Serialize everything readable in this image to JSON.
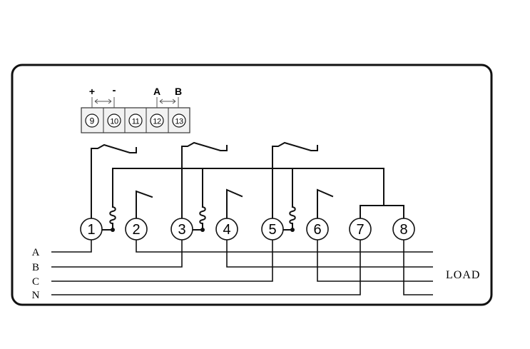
{
  "diagram": {
    "comm_terminals": [
      {
        "id": "9",
        "label": "9"
      },
      {
        "id": "10",
        "label": "10"
      },
      {
        "id": "11",
        "label": "11"
      },
      {
        "id": "12",
        "label": "12"
      },
      {
        "id": "13",
        "label": "13"
      }
    ],
    "comm_labels": {
      "plus": "+",
      "minus": "-",
      "a": "A",
      "b": "B"
    },
    "main_terminals": [
      {
        "id": "1",
        "label": "1"
      },
      {
        "id": "2",
        "label": "2"
      },
      {
        "id": "3",
        "label": "3"
      },
      {
        "id": "4",
        "label": "4"
      },
      {
        "id": "5",
        "label": "5"
      },
      {
        "id": "6",
        "label": "6"
      },
      {
        "id": "7",
        "label": "7"
      },
      {
        "id": "8",
        "label": "8"
      }
    ],
    "line_labels": {
      "a": "A",
      "b": "B",
      "c": "C",
      "n": "N"
    },
    "load_label": "LOAD",
    "colors": {
      "line": "#111111",
      "terminal_fill": "#f2f2f2",
      "background": "#ffffff"
    }
  }
}
